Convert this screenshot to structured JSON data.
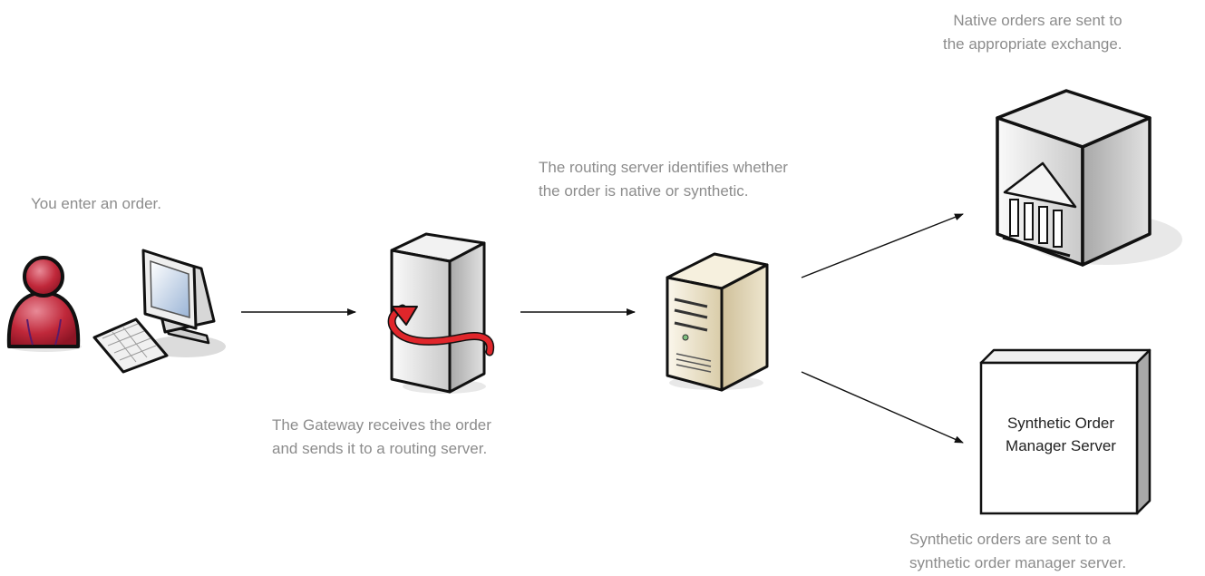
{
  "captions": {
    "user": [
      "You enter an order."
    ],
    "gateway": [
      "The Gateway receives the order",
      "and sends it to a routing server."
    ],
    "routing": [
      "The routing server identifies whether",
      "the order is native or synthetic."
    ],
    "native": [
      "Native orders are sent to",
      "the appropriate exchange."
    ],
    "synthetic": [
      "Synthetic orders are sent to a",
      "synthetic order manager server."
    ]
  },
  "som_box": {
    "label": [
      "Synthetic Order",
      "Manager Server"
    ]
  },
  "icons": {
    "user": "person-icon",
    "workstation": "computer-icon",
    "gateway": "gateway-server-icon",
    "routing": "routing-server-icon",
    "exchange": "exchange-building-icon"
  },
  "colors": {
    "caption_text": "#8c8c8c",
    "person_red": "#c0283a",
    "arrow_red": "#e0262b",
    "server_beige": "#ece3cc"
  }
}
